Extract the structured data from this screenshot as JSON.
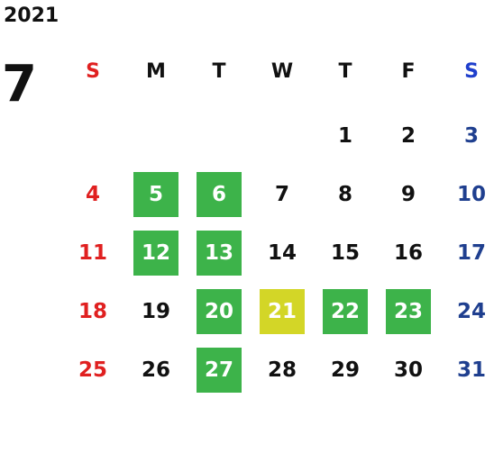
{
  "calendar": {
    "year": "2021",
    "month": "7",
    "weekdays": [
      "S",
      "M",
      "T",
      "W",
      "T",
      "F",
      "S"
    ],
    "colors": {
      "sunday": "#e02020",
      "saturday": "#1f3f8f",
      "highlight_green": "#3db34a",
      "highlight_yellow": "#d3d627"
    },
    "weeks": [
      [
        {
          "d": ""
        },
        {
          "d": ""
        },
        {
          "d": ""
        },
        {
          "d": ""
        },
        {
          "d": "1"
        },
        {
          "d": "2"
        },
        {
          "d": "3"
        }
      ],
      [
        {
          "d": "4"
        },
        {
          "d": "5",
          "hl": "green"
        },
        {
          "d": "6",
          "hl": "green"
        },
        {
          "d": "7"
        },
        {
          "d": "8"
        },
        {
          "d": "9"
        },
        {
          "d": "10"
        }
      ],
      [
        {
          "d": "11"
        },
        {
          "d": "12",
          "hl": "green"
        },
        {
          "d": "13",
          "hl": "green"
        },
        {
          "d": "14"
        },
        {
          "d": "15"
        },
        {
          "d": "16"
        },
        {
          "d": "17"
        }
      ],
      [
        {
          "d": "18"
        },
        {
          "d": "19"
        },
        {
          "d": "20",
          "hl": "green"
        },
        {
          "d": "21",
          "hl": "yellow"
        },
        {
          "d": "22",
          "hl": "green"
        },
        {
          "d": "23",
          "hl": "green"
        },
        {
          "d": "24"
        }
      ],
      [
        {
          "d": "25"
        },
        {
          "d": "26"
        },
        {
          "d": "27",
          "hl": "green"
        },
        {
          "d": "28"
        },
        {
          "d": "29"
        },
        {
          "d": "30"
        },
        {
          "d": "31"
        }
      ]
    ]
  }
}
